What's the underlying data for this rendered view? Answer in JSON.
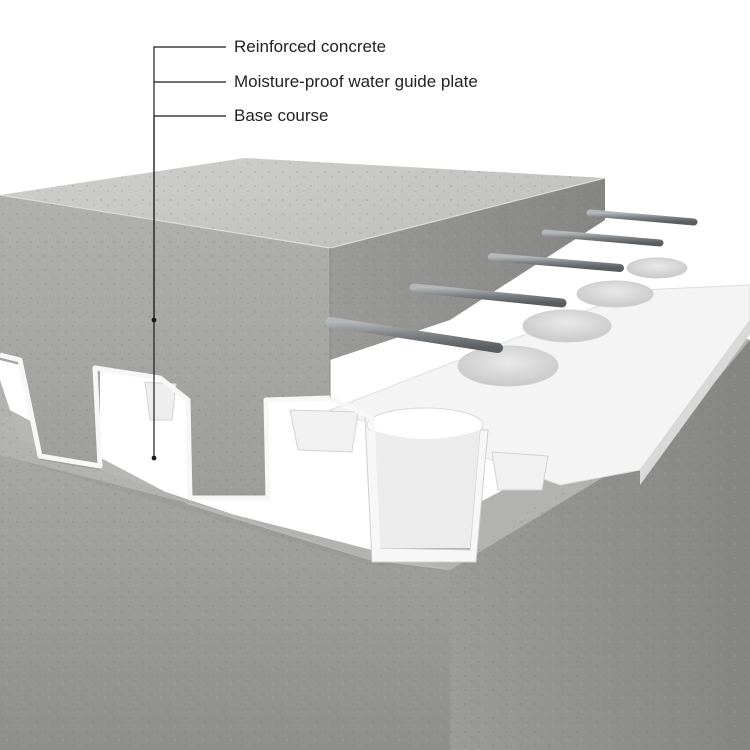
{
  "callouts": [
    {
      "label": "Reinforced concrete"
    },
    {
      "label": "Moisture-proof water guide plate"
    },
    {
      "label": "Base course"
    }
  ],
  "colors": {
    "concrete_top": "#c9c9c7",
    "concrete_front": "#a9a9a7",
    "concrete_side": "#8f8f8d",
    "base_top": "#b4b4b2",
    "base_front": "#9e9e9c",
    "base_side": "#858583",
    "plate": "#f4f4f4",
    "plate_edge": "#dcdcdc",
    "rebar": "#8a8d90",
    "leader": "#1a1a1a"
  }
}
